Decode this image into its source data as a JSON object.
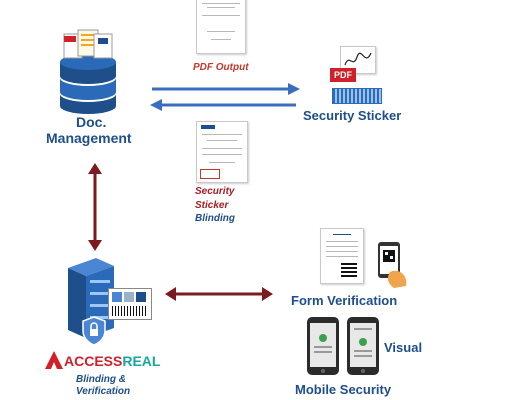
{
  "nodes": {
    "doc_management": {
      "line1": "Doc.",
      "line2": "Management"
    },
    "security_sticker": {
      "label": "Security Sticker",
      "pdf_badge": "PDF"
    },
    "form_verification": {
      "label": "Form Verification"
    },
    "mobile_security": {
      "label": "Mobile Security",
      "visual_label": "Visual"
    },
    "accessreal": {
      "brand_prefix": "ACCESS",
      "brand_suffix": "REAL",
      "caption_line1": "Blinding &",
      "caption_line2": "Verification"
    }
  },
  "edges": {
    "pdf_output": "PDF Output",
    "sticker_line1": "Security",
    "sticker_line2": "Sticker",
    "blinding": "Blinding"
  },
  "colors": {
    "doc_blue": "#1f4e8c",
    "arrow_blue": "#3a6cc0",
    "arrow_maroon": "#7b1a1f",
    "label_red": "#c0392b",
    "brand_red": "#d0202a",
    "brand_teal": "#17a6a0"
  },
  "icons": [
    "database-icon",
    "document-icon",
    "server-icon",
    "shield-icon",
    "phone-icon",
    "hand-phone-icon",
    "barcode-icon"
  ]
}
